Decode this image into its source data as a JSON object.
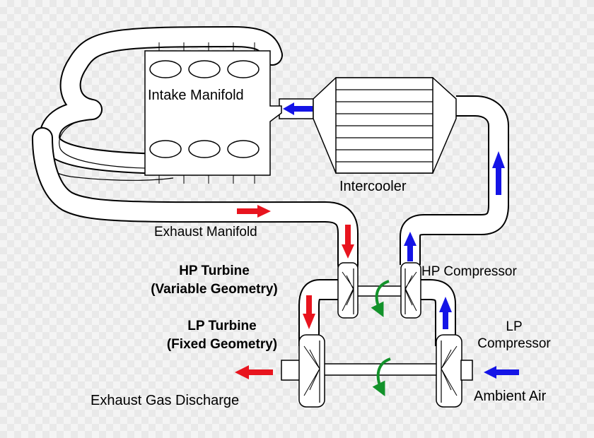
{
  "labels": {
    "intake_manifold": "Intake Manifold",
    "intercooler": "Intercooler",
    "exhaust_manifold": "Exhaust Manifold",
    "hp_turbine_line1": "HP Turbine",
    "hp_turbine_line2": "(Variable Geometry)",
    "lp_turbine_line1": "LP Turbine",
    "lp_turbine_line2": "(Fixed Geometry)",
    "hp_compressor": "HP Compressor",
    "lp_compressor_line1": "LP",
    "lp_compressor_line2": "Compressor",
    "exhaust_gas_discharge": "Exhaust Gas Discharge",
    "ambient_air": "Ambient Air"
  },
  "colors": {
    "exhaust_flow": "#e8141e",
    "air_flow": "#1414e6",
    "rotation": "#12922a",
    "line": "#000000",
    "fill": "#ffffff"
  }
}
